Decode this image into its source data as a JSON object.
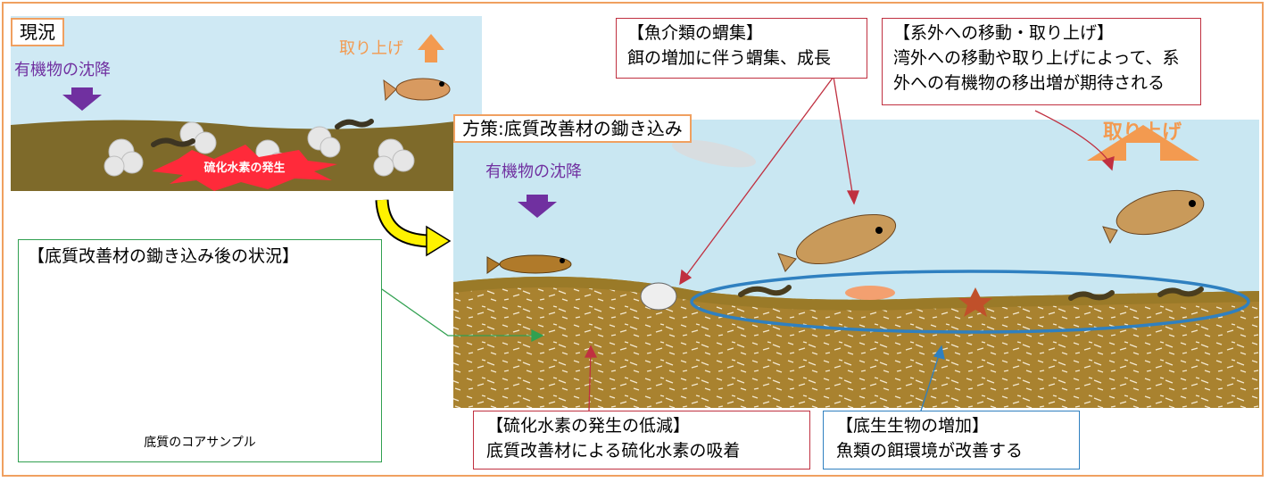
{
  "current": {
    "label": "現況",
    "sediment_text": "有機物の沈降",
    "lift_text": "取り上げ",
    "h2s_text": "硫化水素の発生"
  },
  "measure": {
    "label": "方策:底質改善材の鋤き込み",
    "sediment_text": "有機物の沈降",
    "lift_text": "取り上げ"
  },
  "callouts": {
    "fish_gather": [
      "【魚介類の蝟集】",
      "餌の増加に伴う蝟集、成長"
    ],
    "outflow": [
      "【系外への移動・取り上げ】",
      "湾外への移動や取り上げによって、系",
      "外への有機物の移出増が期待される"
    ],
    "after_state": {
      "title": "【底質改善材の鋤き込み後の状況】",
      "caption": "底質のコアサンプル"
    },
    "h2s_reduce": [
      "【硫化水素の発生の低減】",
      "底質改善材による硫化水素の吸着"
    ],
    "benthos": [
      "【底生生物の増加】",
      "魚類の餌環境が改善する"
    ]
  },
  "colors": {
    "frame": "#f0a060",
    "sky": "#c9e7f2",
    "mud": "#8a6a2a",
    "sediment": "#b08a3a",
    "purple": "#7030a0",
    "orange": "#f39a50",
    "red": "#c03040",
    "green": "#30a050",
    "blue": "#2f80c0"
  }
}
